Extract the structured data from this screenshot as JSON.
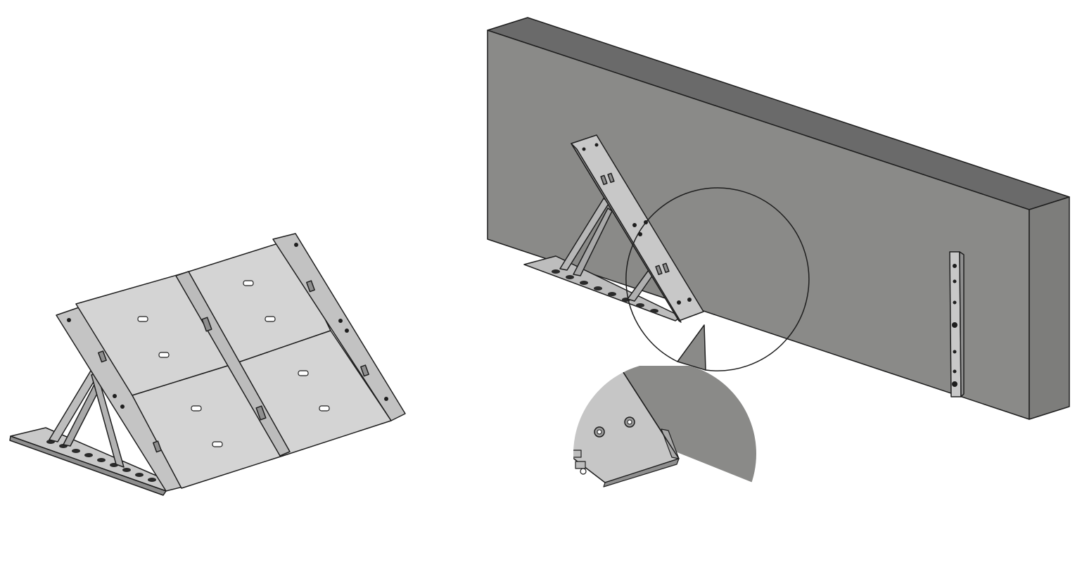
{
  "figure": {
    "background": "#ffffff",
    "views": [
      {
        "name": "assembled-panel-mount",
        "components": [
          "solar-panel-array",
          "tilt-mount-frame",
          "base-rail",
          "support-strut"
        ]
      },
      {
        "name": "wall-mount-installation",
        "components": [
          "concrete-wall",
          "tilt-mount-bracket",
          "vertical-wall-bracket"
        ]
      },
      {
        "name": "detail-callout",
        "components": [
          "magnified-bolt-detail"
        ]
      }
    ]
  },
  "colors": {
    "outline": "#1e1e1e",
    "panel_face": "#d4d4d4",
    "metal": "#c6c6c6",
    "metal_dark": "#8f8f8f",
    "wall_top": "#6a6a6a",
    "wall_front": "#8a8a88",
    "wall_side": "#7d7d7b"
  }
}
